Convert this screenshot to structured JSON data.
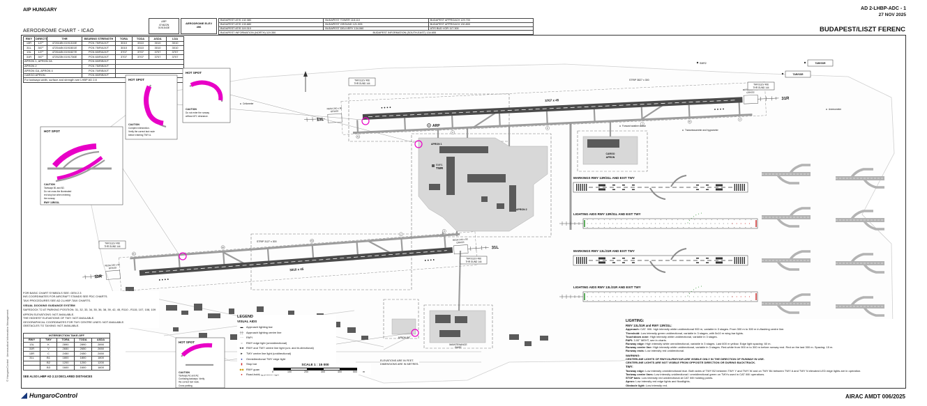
{
  "header": {
    "aip": "AIP HUNGARY",
    "doc_ref": "AD 2-LHBP-ADC - 1",
    "date": "27 NOV 2025",
    "chart_title": "AERODROME CHART - ICAO",
    "airport_title": "BUDAPEST/LISZT FERENC",
    "arp_l1": "ARP",
    "arp_l2": "474622N",
    "arp_l3": "0191543E",
    "elev_l1": "AERODROME ELEV",
    "elev_l2": "496"
  },
  "freq_box": {
    "grid": [
      [
        "BUDAPEST ATIS 132.380",
        "BUDAPEST TOWER 118.110",
        "BUDAPEST APPROACH 129.700"
      ],
      [
        "BUDAPEST ATIS 133.880",
        "BUDAPEST GROUND 121.905",
        "BUDAPEST APPROACH 130.800"
      ],
      [
        "BUDAPEST ATIS 119.310",
        "BUDAPEST DELIVERY 134.060",
        "ATIS BUD VOR 117.300"
      ]
    ],
    "bottom_left": "BUDAPEST INFORMATION (NORTH) 119.350",
    "bottom_right": "BUDAPEST INFORMATION (SOUTH-EAST) 134.655"
  },
  "rwy_table": {
    "headers": [
      "RWY",
      "DIRECTION",
      "THR",
      "BEARING STRENGTH",
      "TORA",
      "TODA",
      "ASDA",
      "LDA"
    ],
    "rows": [
      [
        "13R",
        "127°",
        "472618N 0191315E",
        "PCN 75/R/A/X/T",
        "3010",
        "3310",
        "3010",
        "3010"
      ],
      [
        "31L",
        "307°",
        "472544N 0191501E",
        "PCN 75/R/A/X/T",
        "3010",
        "3310",
        "3010",
        "3010"
      ],
      [
        "13L",
        "127°",
        "472644N 0191527E",
        "PCN 60/R/A/X/T",
        "3707",
        "3707",
        "3707",
        "3707"
      ],
      [
        "31R",
        "307°",
        "472523N 0191736E",
        "PCN 60/R/A/X/T",
        "3707",
        "3707",
        "3707",
        "3707"
      ]
    ],
    "apron_rows": [
      [
        "APRON 1, APRON 2A",
        "PCN 60/R/B/X/T"
      ],
      [
        "APRON 2",
        "PCN 75/R/B/X/T"
      ],
      [
        "APRON GA, APRON 4",
        "PCN 70/R/B/X/T"
      ],
      [
        "CARGO APRON",
        "PCN 80/R/B/X/T"
      ]
    ],
    "footnote": "For taxiways width, surface and strength see LHBP AD 2.8"
  },
  "intersection_table": {
    "title": "INTERSECTION TAKE-OFF",
    "headers": [
      "RWY",
      "TWY",
      "TORA",
      "TODA",
      "ASDA"
    ],
    "rows": [
      [
        "13L",
        "K",
        "2890",
        "2890",
        "2890"
      ],
      [
        "31R",
        "V",
        "2650",
        "2650",
        "2650"
      ],
      [
        "13R",
        "C",
        "2450",
        "2450",
        "2450"
      ],
      [
        "31L",
        "B1",
        "1800",
        "1800",
        "1800"
      ],
      [
        "",
        "B2",
        "1200",
        "1200",
        "1200"
      ],
      [
        "",
        "B3",
        "1600",
        "1600",
        "1600"
      ]
    ],
    "footnote": "SEE ALSO LHBP AD 2.13 DECLARED DISTANCES"
  },
  "notes": {
    "lines": [
      "FOR BASIC CHART SYMBOLS SEE: GEN 2.3",
      "INS COORDINATES FOR AIRCRAFT STANDS SEE PDC CHARTS.",
      "TAXI PROCEDURES SEE AD 2-LHBP-TAXI CHARTS.",
      "VISUAL DOCKING GUIDANCE SYSTEM",
      "SAFEDOCK T2 AT PARKING POSITION: 31, 32, 33, 34, 35, 36, 38, 39, 42, 45, R110 - R115, 107, 108, 109",
      "APRON ELEVATIONS: NOT AVAILABLE.",
      "THE HIGHEST ELEVATIONS OF TWY: NOT AVAILABLE.",
      "GEOGRAPHICAL COORDINATES FOR TWY CENTRE LINES: NOT AVAILABLE.",
      "OBSTACLES TO TAXIING: NOT AVAILABLE."
    ]
  },
  "legend": {
    "title": "LEGEND",
    "subtitle": "VISUAL AIDS",
    "items": [
      "Approach lighting bar",
      "Approach lighting centre line",
      "PAPI",
      "RWY edge light (omnidirectional)",
      "RWY and TWY centre line light (uni- and bi-directional)",
      "TWY centre line light (unidirectional)",
      "Omnidirectional TWY edge light",
      "Stop bar",
      "RWY guard lights",
      "Road-holding position light"
    ]
  },
  "scale": {
    "label": "SCALE 1 : 15 000",
    "ticks": [
      "0",
      "100",
      "200",
      "300",
      "400",
      "500"
    ],
    "unit": "m",
    "note1": "ELEVATIONS ARE IN FEET.",
    "note2": "DIMENSIONS ARE IN METRES."
  },
  "right_panels": {
    "p1": "MARKINGS RWY 13R/31L AND EXIT TWY",
    "p2": "LIGHTING AIDS RWY 13R/31L AND EXIT TWY",
    "p3": "MARKINGS RWY 13L/31R AND EXIT TWY",
    "p4": "LIGHTING AIDS RWY 13L/31R AND EXIT TWY"
  },
  "lighting_text": {
    "title": "LIGHTING:",
    "subtitle": "RWY 13L/31R and RWY 13R/31L:",
    "entries": [
      [
        "Approach:",
        "CAT. II/III. high intensity white unidirectional 900 m, variable in 3 stages. From 300 m to 300 m in-flashing centre line."
      ],
      [
        "Threshold:",
        "Low intensity green unidirectional, variable in 3 stages, with 5x10 m wing bar lights."
      ],
      [
        "Touchdown zone:",
        "High intensity white unidirectional, variable in 3 stages."
      ],
      [
        "PAPI:",
        "3.00° MEHT, see in charts."
      ],
      [
        "Runway edge:",
        "High intensity white omnidirectional, variable in 3 stages. Last 600 m yellow. Edge light spacing: 60 m."
      ],
      [
        "Runway centre line:",
        "High intensity white unidirectional, variable in 3 stages. Red-white from 900 m to 300 m before runway end. Red on the last 300 m. Spacing: 15 m."
      ],
      [
        "Runway ends:",
        "Low intensity red unidirectional."
      ]
    ],
    "warning_title": "WARNING:",
    "warning_lines": [
      "CENTERLINE LIGHTS OF RWY13L/RWY31R ARE VISIBLE ONLY IN THE DIRECTION OF RUNWAY IN USE.",
      "CENTERLINE LIGHTS ARE NOT VISIBLE FROM OPPOSITE DIRECTION OR DURING BACKTRACK."
    ],
    "twy_title": "TWY:",
    "twy_entries": [
      [
        "Taxiway edge:",
        "Low intensity omnidirectional blue. Both sides of TWY B2 between TWY Y and TWY W and on TWY B4 between TWY A and TWY N elevated LED edge lights are in operation."
      ],
      [
        "Taxiway centre lines:",
        "Low intensity unidirectional / omnidirectional green on TWYs used in CAT II/III operations."
      ],
      [
        "STOP bars:",
        "Low intensity red unidirectional at CAT II/III holding points."
      ],
      [
        "Apron:",
        "Low intensity red edge lights and floodlights."
      ],
      [
        "Obstacle light:",
        "Low intensity red."
      ]
    ]
  },
  "diagram": {
    "rwy_upper": {
      "thr_l": "13L",
      "thr_r": "31R",
      "dim": "3707 x 45",
      "strip": "STRIP 3827 x 300"
    },
    "rwy_lower": {
      "thr_l": "13R",
      "thr_r": "31L",
      "dim": "3010 x 45",
      "strip": "STRIP 3127 x 300"
    },
    "resa_l1": "RESA 240 x 90",
    "resa_l2": "GRASS",
    "thr_elev": "THR ELEV 496",
    "thr_gund": "THR GUND 144",
    "arp": "ARP",
    "emr": "EMR1",
    "twr": "TWR",
    "smr": "SMR2",
    "tar_ssr": "TAR/SSR",
    "apron1": "APRON 1",
    "apron2": "APRON 2",
    "cargo_l1": "CARGO",
    "cargo_l2": "APRON",
    "maint_l1": "MAINTENANCE",
    "maint_l2": "BASE",
    "ga": "APRON GA",
    "anemometer": "Anemometer",
    "ceilometer": "Ceilometer",
    "fwd_wx": "Forward weather station",
    "transmissometer": "Transmissometer and hygrometer",
    "twy_u": [
      "A1",
      "K",
      "E",
      "J",
      "W",
      "V"
    ],
    "twy_l": [
      "B1",
      "B2",
      "B3",
      "C",
      "D"
    ]
  },
  "hotspots": {
    "left": {
      "title": "HOT SPOT",
      "lines": [
        "CAUTION",
        "Taxiways B1 and B2.",
        "Do not cross the illuminated",
        "red stop bar when entering",
        "the runway."
      ],
      "tag": "RWY 13R/31L"
    },
    "top1": {
      "title": "HOT SPOT",
      "lines": [
        "CAUTION",
        "Complex intersection.",
        "Verify the correct taxi route",
        "before entering TWY A."
      ]
    },
    "top2": {
      "title": "HOT SPOT",
      "lines": [
        "CAUTION",
        "Do not enter the runway",
        "without ATC clearance."
      ]
    },
    "bottom": {
      "title": "HOT SPOT",
      "lines": [
        "CAUTION",
        "Taxiways A1 and A2.",
        "Confusing taxiways. Verify",
        "the correct taxi route."
      ],
      "tag": "Cross parking"
    }
  },
  "footer": {
    "brand": "HungaroControl",
    "amdt": "AIRAC AMDT 006/2025"
  },
  "side_note": "© HungaroControl · Aeronautical Information Management"
}
